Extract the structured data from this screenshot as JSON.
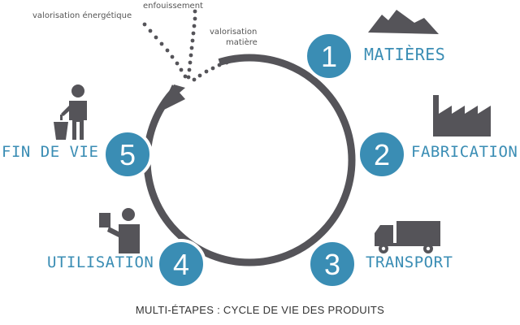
{
  "steps": [
    {
      "number": "1",
      "label": "MATIÈRES"
    },
    {
      "number": "2",
      "label": "FABRICATION"
    },
    {
      "number": "3",
      "label": "TRANSPORT"
    },
    {
      "number": "4",
      "label": "UTILISATION"
    },
    {
      "number": "5",
      "label": "FIN DE VIE"
    }
  ],
  "end_of_life_paths": {
    "energy": "valorisation énergétique",
    "landfill": "enfouissement",
    "material_line1": "valorisation",
    "material_line2": "matière"
  },
  "caption": "MULTI-ÉTAPES : CYCLE DE VIE DES PRODUITS",
  "colors": {
    "accent": "#3a8db4",
    "cycle": "#555459",
    "icon": "#555459"
  },
  "icons": [
    "mountains-icon",
    "factory-icon",
    "truck-icon",
    "person-with-object-icon",
    "person-with-bin-icon"
  ]
}
